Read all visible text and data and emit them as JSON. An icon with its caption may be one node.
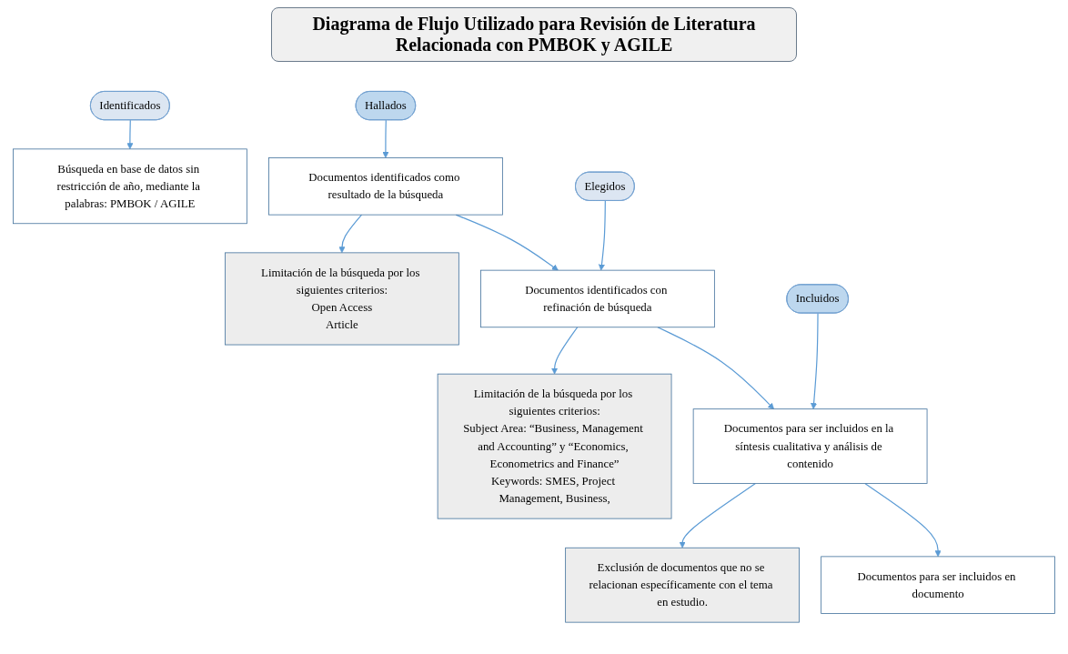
{
  "diagram": {
    "title": "Diagrama de Flujo Utilizado para Revisión de Literatura Relacionada con PMBOK y AGILE",
    "nodes": [
      {
        "text": [
          "Identificados"
        ]
      },
      {
        "text": [
          "Búsqueda en base de datos sin restricción de año, mediante la palabras: PMBOK / AGILE"
        ]
      },
      {
        "text": [
          "Hallados"
        ]
      },
      {
        "text": [
          "Documentos identificados como resultado de la búsqueda"
        ]
      },
      {
        "text": [
          "Limitación de la búsqueda por los siguientes criterios:",
          "Open Access",
          "Article"
        ]
      },
      {
        "text": [
          "Elegidos"
        ]
      },
      {
        "text": [
          "Documentos identificados con refinación de búsqueda"
        ]
      },
      {
        "text": [
          "Limitación de la búsqueda por los siguientes criterios:",
          "Subject Area: “Business, Management and Accounting” y “Economics, Econometrics and Finance”",
          "Keywords: SMES, Project Management, Business,"
        ]
      },
      {
        "text": [
          "Incluidos"
        ]
      },
      {
        "text": [
          "Documentos para ser incluidos en la síntesis cualitativa y análisis de contenido"
        ]
      },
      {
        "text": [
          "Exclusión de documentos que no se relacionan específicamente con el tema en estudio."
        ]
      },
      {
        "text": [
          "Documentos para ser incluidos en documento"
        ]
      }
    ],
    "edges": [
      {
        "from": 0,
        "to": 1,
        "arrow": "to"
      },
      {
        "from": 2,
        "to": 3,
        "arrow": "to"
      },
      {
        "from": 3,
        "to": 6,
        "arrow": "to"
      },
      {
        "from": 3,
        "to": 4,
        "arrow": "to"
      },
      {
        "from": 5,
        "to": 6,
        "arrow": "to"
      },
      {
        "from": 6,
        "to": 9,
        "arrow": "to"
      },
      {
        "from": 6,
        "to": 7,
        "arrow": "to"
      },
      {
        "from": 8,
        "to": 9,
        "arrow": "to"
      },
      {
        "from": 9,
        "to": 10,
        "arrow": "to"
      },
      {
        "from": 9,
        "to": 11,
        "arrow": "to"
      }
    ]
  }
}
